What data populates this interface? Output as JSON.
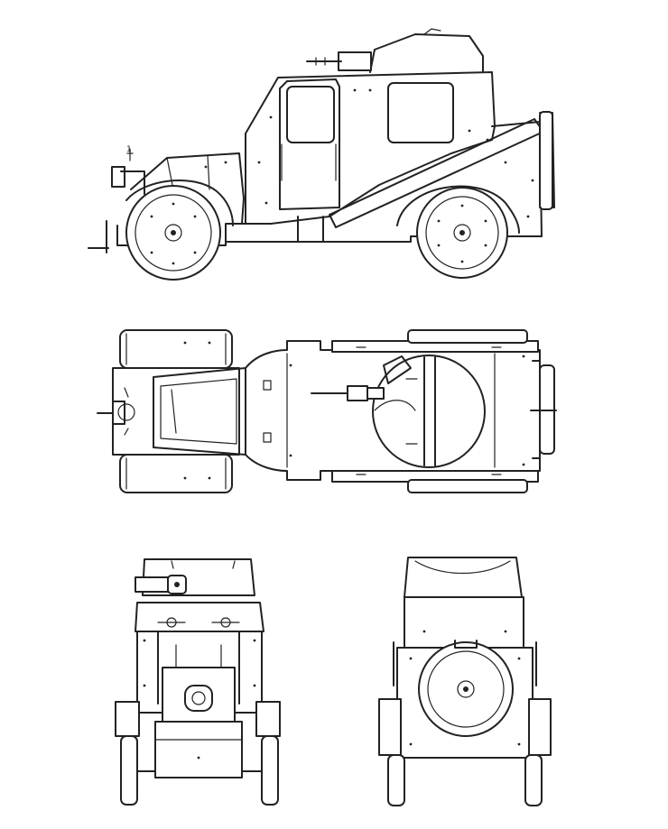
{
  "drawing": {
    "subject": "",
    "line_color": "#222222",
    "background": "#ffffff",
    "views": [
      {
        "id": "side",
        "label": ""
      },
      {
        "id": "top",
        "label": ""
      },
      {
        "id": "front",
        "label": ""
      },
      {
        "id": "rear",
        "label": ""
      }
    ],
    "side_marker": "1"
  }
}
